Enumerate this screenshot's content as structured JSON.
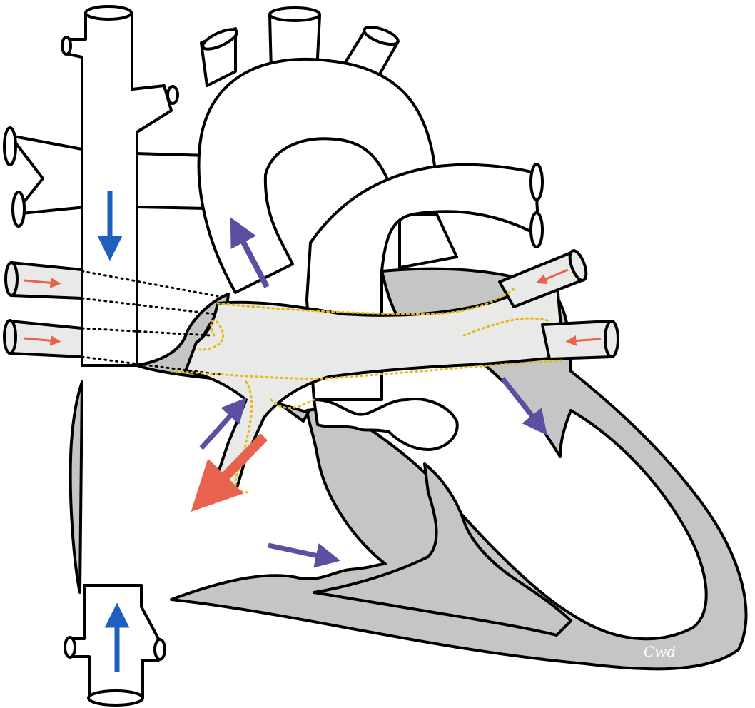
{
  "diagram": {
    "signature": "Cwd",
    "colors": {
      "deoxygenated_arrow": "#1f5fbf",
      "oxygenated_arrow": "#e8624d",
      "mixed_arrow": "#5a4fa3",
      "septum_wall": "#c4c6c5",
      "pulmonary_vein_fill": "#e9eae7",
      "vessel_fill": "#ffffff",
      "vessel_outline": "#000000",
      "anomalous_path_dots": "#e5b81c"
    },
    "arrows": [
      {
        "name": "svc-flow-arrow",
        "color": "deoxygenated",
        "direction": "down"
      },
      {
        "name": "ivc-flow-arrow",
        "color": "deoxygenated",
        "direction": "up"
      },
      {
        "name": "right-upper-pulmonary-vein-arrow",
        "color": "oxygenated",
        "direction": "right"
      },
      {
        "name": "right-lower-pulmonary-vein-arrow",
        "color": "oxygenated",
        "direction": "right"
      },
      {
        "name": "left-upper-pulmonary-vein-arrow",
        "color": "oxygenated",
        "direction": "left"
      },
      {
        "name": "left-lower-pulmonary-vein-arrow",
        "color": "oxygenated",
        "direction": "left"
      },
      {
        "name": "shunt-oxygenated-arrow",
        "color": "oxygenated",
        "direction": "down-left"
      },
      {
        "name": "shunt-mixed-arrow",
        "color": "mixed",
        "direction": "up-right"
      },
      {
        "name": "aorta-outflow-arrow",
        "color": "mixed",
        "direction": "up-left"
      },
      {
        "name": "mitral-inflow-arrow",
        "color": "mixed",
        "direction": "down-right"
      },
      {
        "name": "tricuspid-inflow-arrow",
        "color": "mixed",
        "direction": "right"
      }
    ]
  }
}
